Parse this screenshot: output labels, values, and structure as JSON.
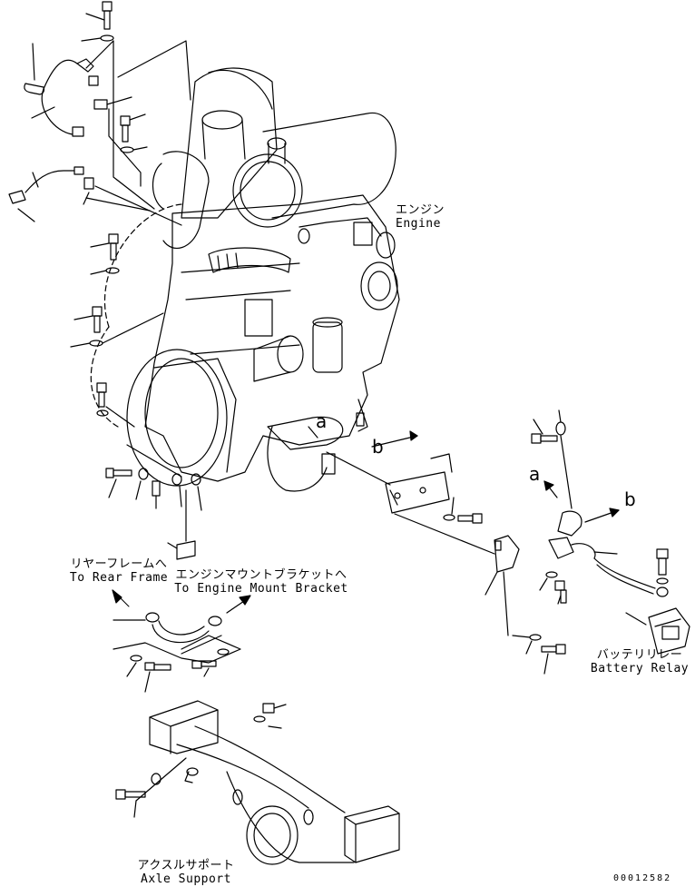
{
  "labels": {
    "engine": {
      "jp": "エンジン",
      "en": "Engine"
    },
    "rear_frame": {
      "jp": "リヤーフレームへ",
      "en": "To Rear Frame"
    },
    "engine_mount": {
      "jp": "エンジンマウントブラケットへ",
      "en": "To Engine Mount Bracket"
    },
    "battery_relay": {
      "jp": "バッテリリレー",
      "en": "Battery Relay"
    },
    "axle_support": {
      "jp": "アクスルサポート",
      "en": "Axle Support"
    }
  },
  "references": {
    "a1": "a",
    "a2": "a",
    "b1": "b",
    "b2": "b"
  },
  "drawing_number": "00012582"
}
